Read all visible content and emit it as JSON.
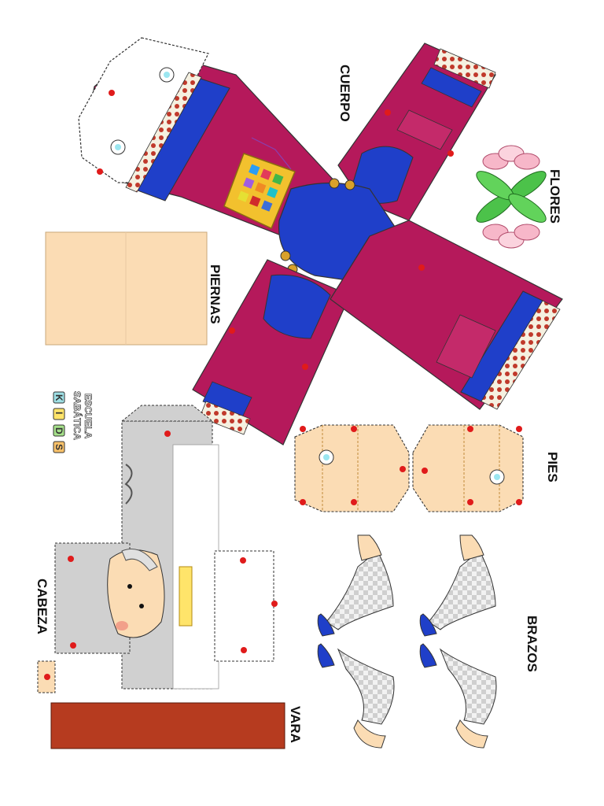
{
  "labels": {
    "cuerpo": "CUERPO",
    "flores": "FLORES",
    "piernas": "PIERNAS",
    "pies": "PIES",
    "brazos": "BRAZOS",
    "cabeza": "CABEZA",
    "vara": "VARA"
  },
  "logo": {
    "line1": "ESCUELA",
    "line2": "SABÁTICA",
    "kids": [
      "K",
      "I",
      "D",
      "S"
    ]
  },
  "colors": {
    "robe": "#b5195b",
    "blue": "#1f3fc9",
    "skin": "#fbdcb4",
    "gray": "#cfcfcf",
    "rod": "#b63b1f",
    "pin": "#e01b1b",
    "gold": "#d9a12a"
  }
}
